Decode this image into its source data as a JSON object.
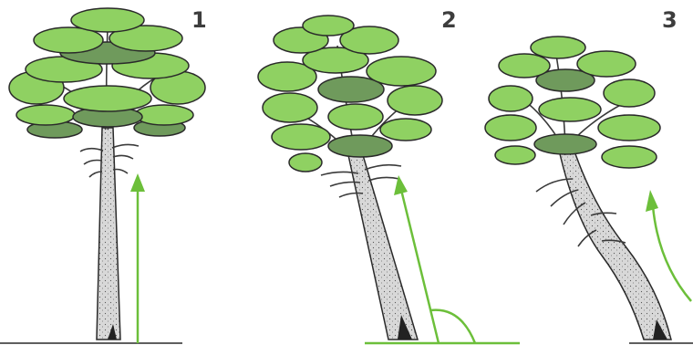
{
  "panels": [
    {
      "number": "1",
      "trunk": "straight",
      "arrow": "vertical"
    },
    {
      "number": "2",
      "trunk": "leaning",
      "arrow": "tilted",
      "angle_marker": true
    },
    {
      "number": "3",
      "trunk": "curved",
      "arrow": "curved"
    }
  ],
  "colors": {
    "foliage": "#8fd162",
    "foliage_shadow": "#6f9a5c",
    "outline": "#2a2a2a",
    "trunk": "#d6d6d6",
    "arrow": "#6cbf3a",
    "background": "#ffffff"
  }
}
